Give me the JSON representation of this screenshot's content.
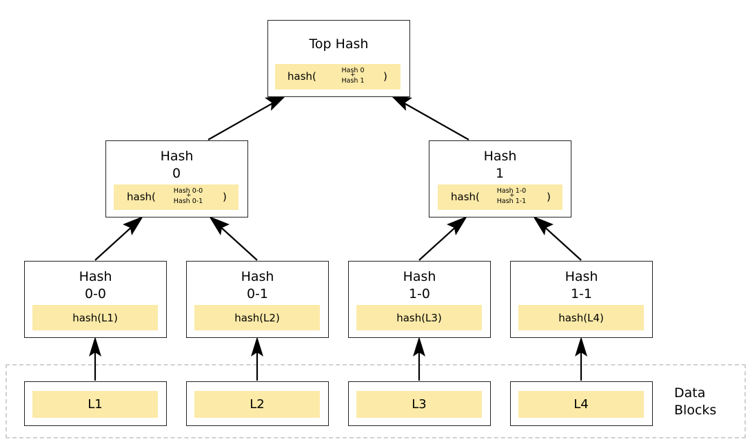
{
  "top": {
    "title": "Top Hash",
    "fn_open": "hash(",
    "line1": "Hash 0",
    "plus": "+",
    "line2": "Hash 1",
    "fn_close": ")"
  },
  "hash0": {
    "title_l1": "Hash",
    "title_l2": "0",
    "fn_open": "hash(",
    "line1": "Hash 0-0",
    "plus": "+",
    "line2": "Hash 0-1",
    "fn_close": ")"
  },
  "hash1": {
    "title_l1": "Hash",
    "title_l2": "1",
    "fn_open": "hash(",
    "line1": "Hash 1-0",
    "plus": "+",
    "line2": "Hash 1-1",
    "fn_close": ")"
  },
  "leaves": [
    {
      "title_l1": "Hash",
      "title_l2": "0-0",
      "value": "hash(L1)"
    },
    {
      "title_l1": "Hash",
      "title_l2": "0-1",
      "value": "hash(L2)"
    },
    {
      "title_l1": "Hash",
      "title_l2": "1-0",
      "value": "hash(L3)"
    },
    {
      "title_l1": "Hash",
      "title_l2": "1-1",
      "value": "hash(L4)"
    }
  ],
  "data_blocks": [
    "L1",
    "L2",
    "L3",
    "L4"
  ],
  "data_blocks_label_l1": "Data",
  "data_blocks_label_l2": "Blocks",
  "colors": {
    "highlight": "#fbeaa8",
    "border": "#222222",
    "dashed_region": "#d0d0d0",
    "arrow": "#000000"
  }
}
